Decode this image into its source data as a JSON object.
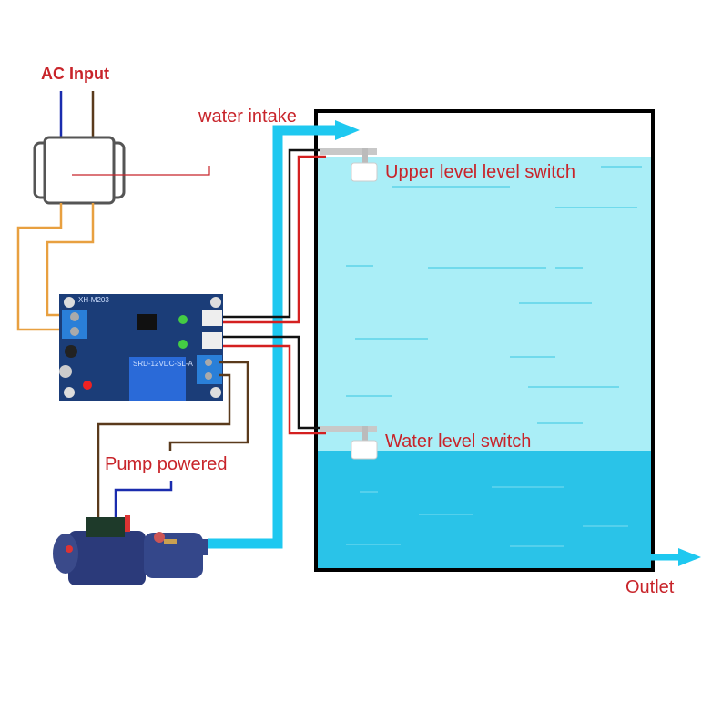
{
  "labels": {
    "ac_input": "AC Input",
    "water_intake": "water intake",
    "upper_switch": "Upper level level switch",
    "lower_switch": "Water level switch",
    "pump_powered": "Pump powered",
    "outlet": "Outlet"
  },
  "board": {
    "model": "XH-M203",
    "relay": "SRD-12VDC-SL-A"
  },
  "colors": {
    "label": "#c8242a",
    "pipe": "#1ec8f0",
    "water_upper": "#aaeef7",
    "water_lower": "#2ac3e8",
    "wire_red": "#d42020",
    "wire_black": "#111111",
    "wire_orange": "#e8a040",
    "wire_brown": "#5a3a1c",
    "wire_blue": "#1a2cae",
    "pcb": "#1b3d78"
  }
}
